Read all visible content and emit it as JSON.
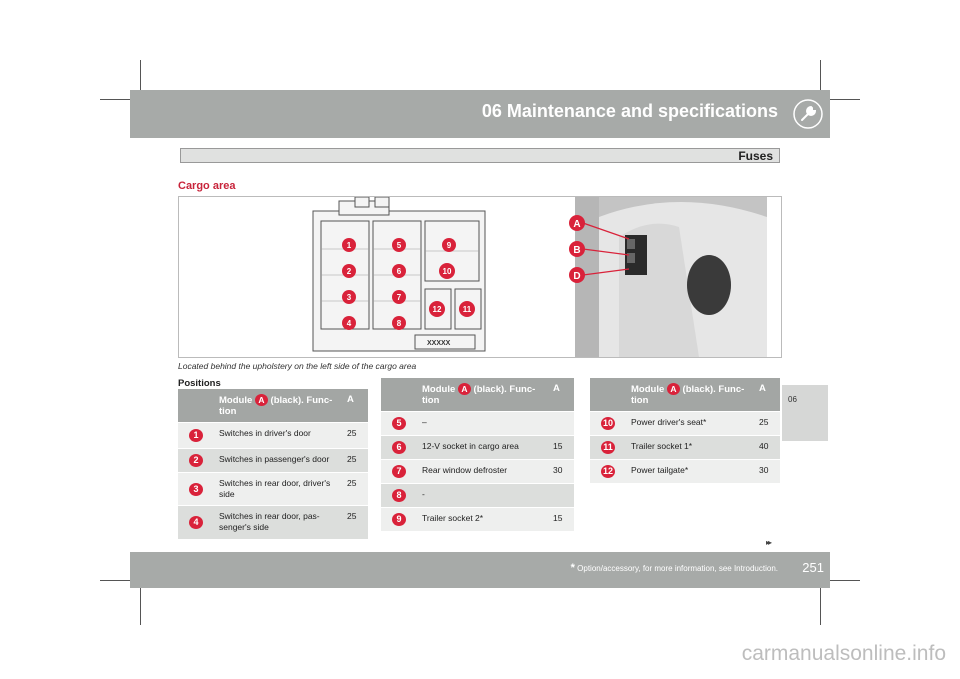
{
  "header": {
    "title": "06 Maintenance and specifications",
    "icon": "wrench-icon"
  },
  "section": {
    "title": "Fuses"
  },
  "side_tab": {
    "label": "06"
  },
  "sub_heading": "Cargo area",
  "figure": {
    "callouts": [
      "A",
      "B",
      "D"
    ],
    "fuse_numbers": [
      "1",
      "2",
      "3",
      "4",
      "5",
      "6",
      "7",
      "8",
      "9",
      "10",
      "11",
      "12"
    ],
    "module_label": "XXXXX"
  },
  "caption": "Located behind the upholstery on the left side of the cargo area",
  "positions_label": "Positions",
  "table_header": {
    "module_prefix": "Module",
    "module_letter": "A",
    "module_suffix": "(black). Func-tion",
    "amp": "A"
  },
  "tables": [
    {
      "rows": [
        {
          "num": "1",
          "function": "Switches in driver's door",
          "amp": "25"
        },
        {
          "num": "2",
          "function": "Switches in passenger's door",
          "amp": "25"
        },
        {
          "num": "3",
          "function": "Switches in rear door, driver's side",
          "amp": "25"
        },
        {
          "num": "4",
          "function": "Switches in rear door, pas-senger's side",
          "amp": "25"
        }
      ]
    },
    {
      "rows": [
        {
          "num": "5",
          "function": "–",
          "amp": ""
        },
        {
          "num": "6",
          "function": "12-V socket in cargo area",
          "amp": "15"
        },
        {
          "num": "7",
          "function": "Rear window defroster",
          "amp": "30"
        },
        {
          "num": "8",
          "function": "-",
          "amp": ""
        },
        {
          "num": "9",
          "function": "Trailer socket 2*",
          "amp": "15"
        }
      ]
    },
    {
      "rows": [
        {
          "num": "10",
          "function": "Power driver's seat*",
          "amp": "25"
        },
        {
          "num": "11",
          "function": "Trailer socket 1*",
          "amp": "40"
        },
        {
          "num": "12",
          "function": "Power tailgate*",
          "amp": "30"
        }
      ]
    }
  ],
  "footer": {
    "star": "*",
    "note": "Option/accessory, for more information, see Introduction.",
    "page": "251"
  },
  "watermark": "carmanualsonline.info",
  "colors": {
    "accent": "#d9223a",
    "header_bg": "#a7aaa8"
  }
}
